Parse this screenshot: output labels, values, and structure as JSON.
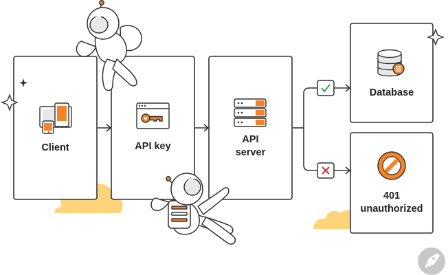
{
  "diagram": {
    "nodes": {
      "client": {
        "label": "Client"
      },
      "api_key": {
        "label": "API key"
      },
      "api_server": {
        "label_line1": "API",
        "label_line2": "server"
      },
      "database": {
        "label": "Database"
      },
      "unauthorized": {
        "label_line1": "401",
        "label_line2": "unauthorized"
      }
    },
    "edges": [
      {
        "from": "client",
        "to": "api_key"
      },
      {
        "from": "api_key",
        "to": "api_server"
      },
      {
        "from": "api_server",
        "to": "database",
        "status": "check"
      },
      {
        "from": "api_server",
        "to": "unauthorized",
        "status": "cross"
      }
    ],
    "colors": {
      "stroke": "#333333",
      "accent_orange": "#F5832A",
      "cloud_yellow": "#FDD47A",
      "check_green": "#2EA84F",
      "cross_red": "#D9303A",
      "icon_bg": "#E8E8E8",
      "badge_gray": "#C8C8C8"
    },
    "icons": {
      "client": "devices-icon",
      "api_key": "key-browser-icon",
      "api_server": "server-rack-icon",
      "database": "database-icon",
      "unauthorized": "forbidden-icon",
      "corner_badge": "pen-nib-logo-icon"
    }
  }
}
